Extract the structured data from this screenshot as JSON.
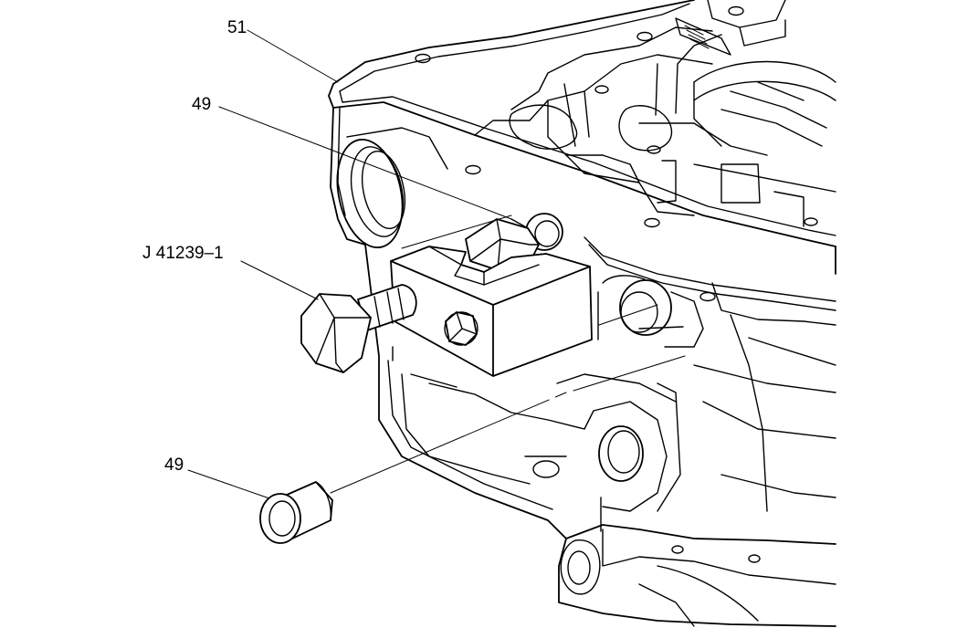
{
  "callouts": {
    "housing": "51",
    "plug_upper": "49",
    "tool": "J 41239–1",
    "plug_lower": "49"
  },
  "colors": {
    "line": "#000000",
    "background": "#ffffff"
  }
}
